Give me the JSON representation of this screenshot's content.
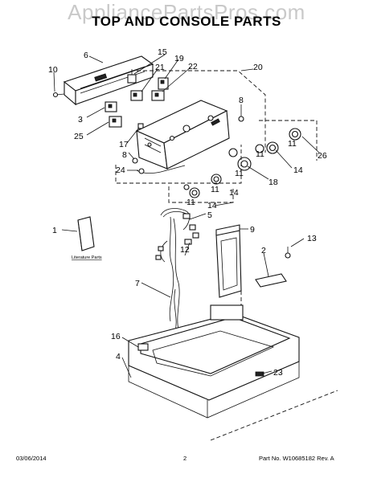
{
  "watermark": "AppliancePartsPros.com",
  "title": "TOP AND CONSOLE PARTS",
  "footer": {
    "date": "03/06/2014",
    "page": "2",
    "part_no": "Part No.  W10685182  Rev. A"
  },
  "literature_label": "Literature Parts",
  "callouts": [
    "1",
    "2",
    "3",
    "4",
    "5",
    "6",
    "7",
    "8",
    "8",
    "9",
    "10",
    "11",
    "11",
    "11",
    "11",
    "11",
    "12",
    "13",
    "14",
    "14",
    "14",
    "15",
    "16",
    "17",
    "18",
    "19",
    "20",
    "21",
    "22",
    "23",
    "24",
    "25",
    "26"
  ]
}
